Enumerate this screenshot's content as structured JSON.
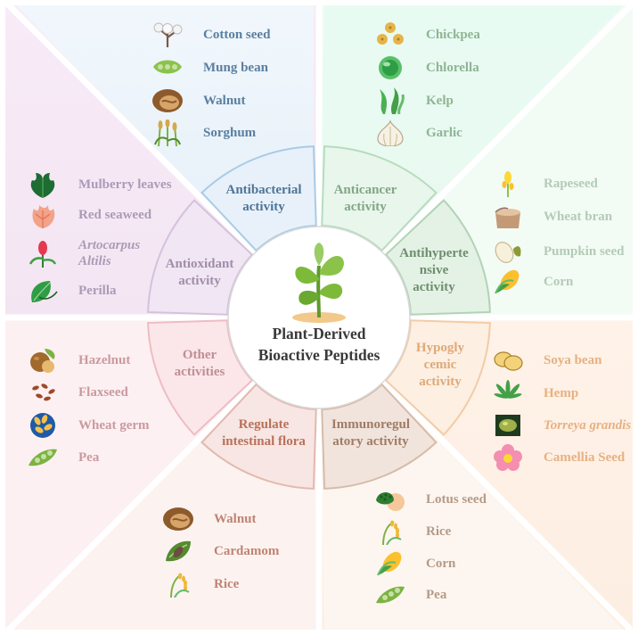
{
  "title": {
    "line1": "Plant-Derived",
    "line2": "Bioactive Peptides"
  },
  "colors": {
    "blue": "#4e7596",
    "green": "#82a784",
    "purple": "#a08eaa",
    "pink": "#c08e94",
    "orange": "#dfa978",
    "rust": "#b9705a",
    "brown": "#a07b66"
  },
  "segments": [
    {
      "id": "antibacterial",
      "line1": "Antibacterial",
      "line2": "activity"
    },
    {
      "id": "anticancer",
      "line1": "Anticancer",
      "line2": "activity"
    },
    {
      "id": "antihypertensive",
      "line1": "Antihyperte",
      "line2": "nsive",
      "line3": "activity"
    },
    {
      "id": "hypoglycemic",
      "line1": "Hypogly",
      "line2": "cemic",
      "line3": "activity"
    },
    {
      "id": "immunoregulatory",
      "line1": "Immunoregul",
      "line2": "atory activity"
    },
    {
      "id": "intestinal",
      "line1": "Regulate",
      "line2": "intestinal flora"
    },
    {
      "id": "other",
      "line1": "Other",
      "line2": "activities"
    },
    {
      "id": "antioxidant",
      "line1": "Antioxidant",
      "line2": "activity"
    }
  ],
  "groups": {
    "antibacterial": [
      {
        "label": "Cotton seed",
        "icon": "cotton-icon"
      },
      {
        "label": "Mung bean",
        "icon": "mung-bean-icon"
      },
      {
        "label": "Walnut",
        "icon": "walnut-icon"
      },
      {
        "label": "Sorghum",
        "icon": "sorghum-icon"
      }
    ],
    "anticancer": [
      {
        "label": "Chickpea",
        "icon": "chickpea-icon"
      },
      {
        "label": "Chlorella",
        "icon": "chlorella-icon"
      },
      {
        "label": "Kelp",
        "icon": "kelp-icon"
      },
      {
        "label": "Garlic",
        "icon": "garlic-icon"
      }
    ],
    "antihypertensive": [
      {
        "label": "Rapeseed",
        "icon": "rapeseed-icon"
      },
      {
        "label": "Wheat bran",
        "icon": "wheat-bran-icon"
      },
      {
        "label": "Pumpkin seed",
        "icon": "pumpkin-seed-icon"
      },
      {
        "label": "Corn",
        "icon": "corn-icon"
      }
    ],
    "hypoglycemic": [
      {
        "label": "Soya bean",
        "icon": "soya-bean-icon"
      },
      {
        "label": "Hemp",
        "icon": "hemp-icon"
      },
      {
        "label": "Torreya grandis",
        "icon": "torreya-icon"
      },
      {
        "label": "Camellia Seed",
        "icon": "camellia-icon"
      }
    ],
    "immunoregulatory": [
      {
        "label": "Lotus seed",
        "icon": "lotus-seed-icon"
      },
      {
        "label": "Rice",
        "icon": "rice-icon"
      },
      {
        "label": "Corn",
        "icon": "corn-icon"
      },
      {
        "label": "Pea",
        "icon": "pea-icon"
      }
    ],
    "intestinal": [
      {
        "label": "Walnut",
        "icon": "walnut-icon"
      },
      {
        "label": "Cardamom",
        "icon": "cardamom-icon"
      },
      {
        "label": "Rice",
        "icon": "rice-icon"
      }
    ],
    "other": [
      {
        "label": "Hazelnut",
        "icon": "hazelnut-icon"
      },
      {
        "label": "Flaxseed",
        "icon": "flaxseed-icon"
      },
      {
        "label": "Wheat germ",
        "icon": "wheat-germ-icon"
      },
      {
        "label": "Pea",
        "icon": "pea-icon"
      }
    ],
    "antioxidant": [
      {
        "label": "Mulberry leaves",
        "icon": "mulberry-leaf-icon"
      },
      {
        "label": "Red seaweed",
        "icon": "red-seaweed-icon"
      },
      {
        "label": "Artocarpus Altilis",
        "line1": "Artocarpus",
        "line2": "Altilis",
        "icon": "artocarpus-icon"
      },
      {
        "label": "Perilla",
        "icon": "perilla-icon"
      }
    ]
  }
}
